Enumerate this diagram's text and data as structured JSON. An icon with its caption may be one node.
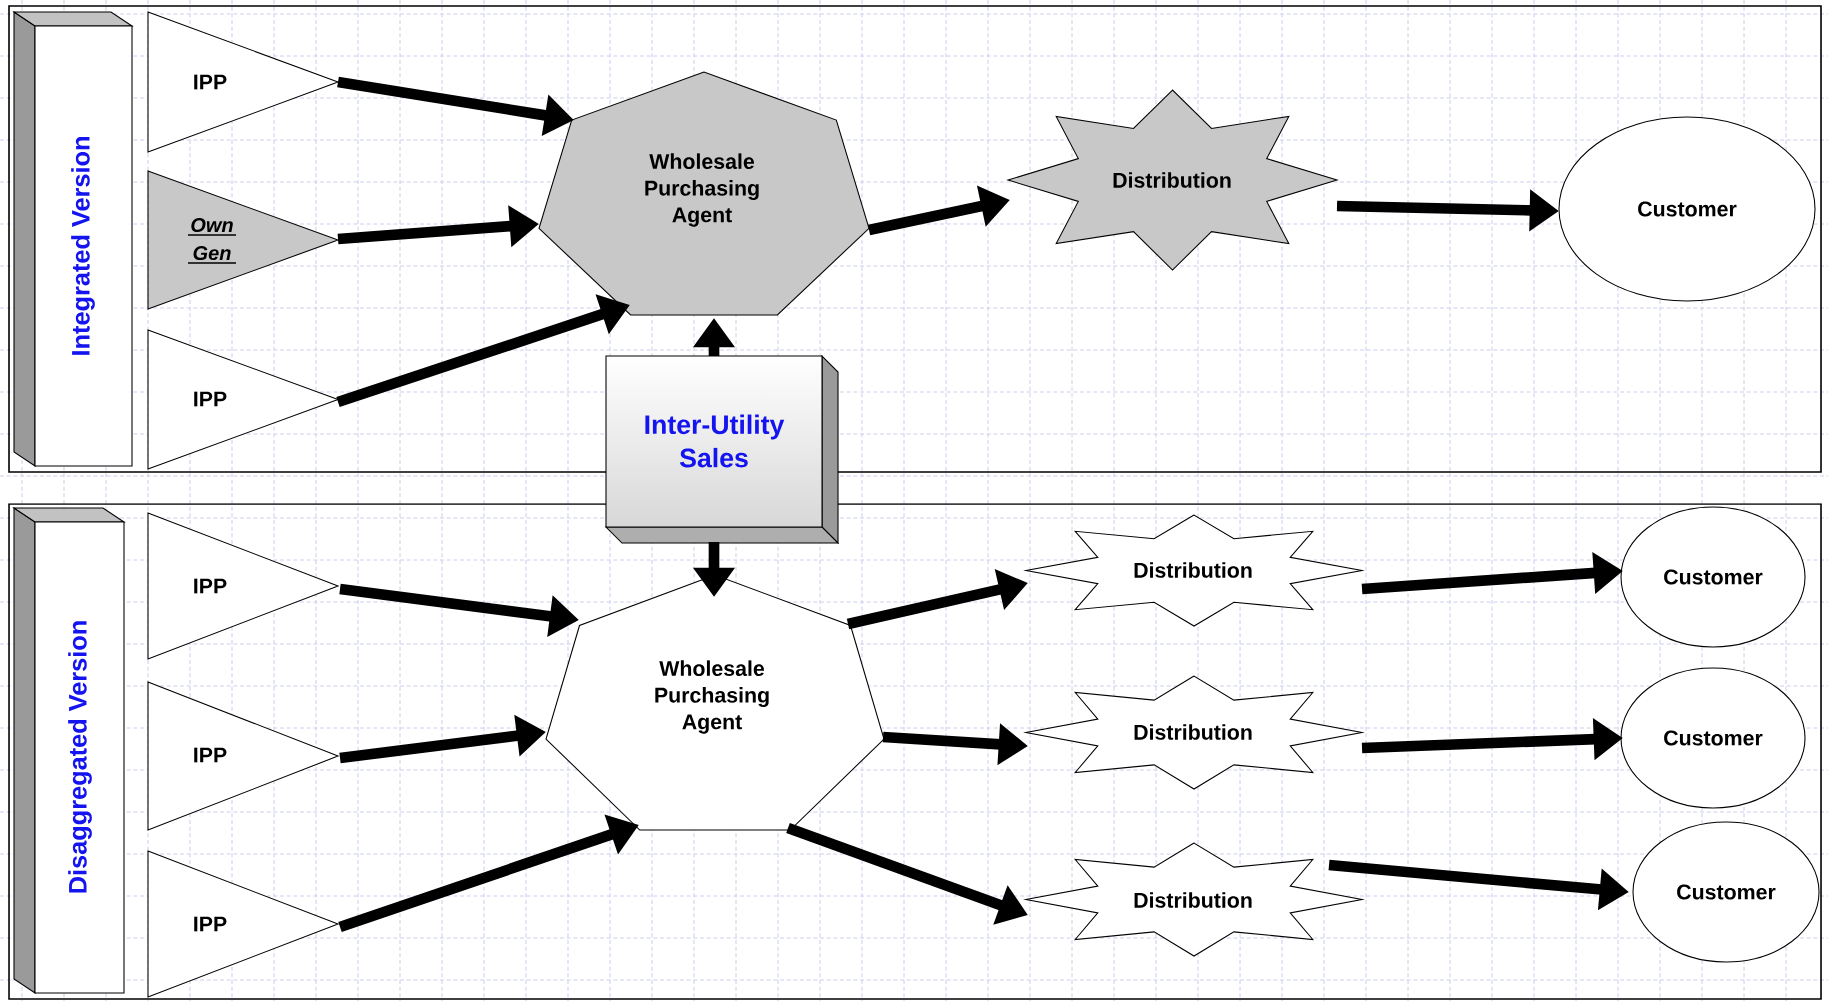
{
  "diagram": {
    "nodes": [
      {
        "text": [
          "Integrated Version"
        ]
      },
      {
        "text": [
          "IPP"
        ]
      },
      {
        "text": [
          "Own Gen"
        ]
      },
      {
        "text": [
          "IPP"
        ]
      },
      {
        "text": [
          "Wholesale Purchasing Agent"
        ]
      },
      {
        "text": [
          "Distribution"
        ]
      },
      {
        "text": [
          "Customer"
        ]
      },
      {
        "text": [
          "Inter-Utility Sales"
        ]
      },
      {
        "text": [
          "Disaggregated Version"
        ]
      },
      {
        "text": [
          "IPP"
        ]
      },
      {
        "text": [
          "IPP"
        ]
      },
      {
        "text": [
          "IPP"
        ]
      },
      {
        "text": [
          "Wholesale Purchasing Agent"
        ]
      },
      {
        "text": [
          "Distribution"
        ]
      },
      {
        "text": [
          "Distribution"
        ]
      },
      {
        "text": [
          "Distribution"
        ]
      },
      {
        "text": [
          "Customer"
        ]
      },
      {
        "text": [
          "Customer"
        ]
      },
      {
        "text": [
          "Customer"
        ]
      }
    ],
    "edges": [
      {
        "from": 1,
        "to": 4,
        "arrow": "to"
      },
      {
        "from": 2,
        "to": 4,
        "arrow": "to"
      },
      {
        "from": 3,
        "to": 4,
        "arrow": "to"
      },
      {
        "from": 4,
        "to": 5,
        "arrow": "to"
      },
      {
        "from": 5,
        "to": 6,
        "arrow": "to"
      },
      {
        "from": 7,
        "to": 4,
        "arrow": "to"
      },
      {
        "from": 7,
        "to": 12,
        "arrow": "to"
      },
      {
        "from": 9,
        "to": 12,
        "arrow": "to"
      },
      {
        "from": 10,
        "to": 12,
        "arrow": "to"
      },
      {
        "from": 11,
        "to": 12,
        "arrow": "to"
      },
      {
        "from": 12,
        "to": 13,
        "arrow": "to"
      },
      {
        "from": 12,
        "to": 14,
        "arrow": "to"
      },
      {
        "from": 12,
        "to": 15,
        "arrow": "to"
      },
      {
        "from": 13,
        "to": 16,
        "arrow": "to"
      },
      {
        "from": 14,
        "to": 17,
        "arrow": "to"
      },
      {
        "from": 15,
        "to": 18,
        "arrow": "to"
      }
    ]
  }
}
